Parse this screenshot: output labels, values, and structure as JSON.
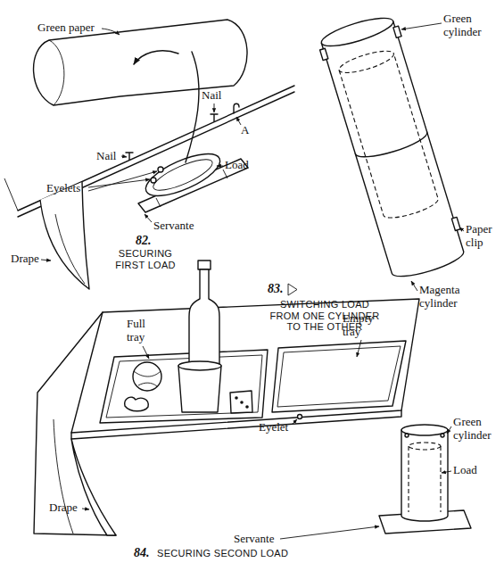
{
  "diagram": {
    "labels": [
      "Green paper",
      "Nail",
      "Nail",
      "A",
      "Eyelets",
      "Load",
      "Servante",
      "Drape",
      "82.",
      "SECURING FIRST LOAD",
      "Green cylinder",
      "83.",
      "SWITCHING LOAD FROM ONE CYLINDER TO THE OTHER",
      "Paper clip",
      "Magenta cylinder",
      "Full tray",
      "Empty tray",
      "Eyelet",
      "Green cylinder",
      "Load",
      "Drape",
      "Servante",
      "84.",
      "SECURING SECOND LOAD"
    ]
  }
}
